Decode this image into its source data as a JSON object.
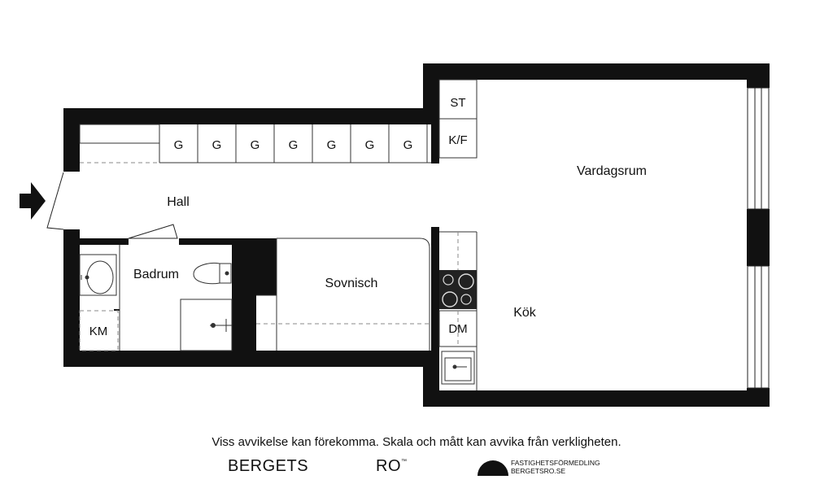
{
  "rooms": {
    "hall": "Hall",
    "badrum": "Badrum",
    "sovnisch": "Sovnisch",
    "vardagsrum": "Vardagsrum",
    "kok": "Kök"
  },
  "wardrobes": [
    "G",
    "G",
    "G",
    "G",
    "G",
    "G",
    "G"
  ],
  "cabinets": {
    "st": "ST",
    "kf": "K/F",
    "dm": "DM",
    "km": "KM"
  },
  "footer": {
    "disclaimer": "Viss avvikelse kan förekomma. Skala och mått kan avvika från verkligheten.",
    "brand_left": "BERGETS",
    "brand_right": "RO",
    "brand_tm": "™",
    "agency_line1": "FASTIGHETSFÖRMEDLING",
    "agency_line2": "BERGETSRO.SE"
  },
  "colors": {
    "wall": "#111111",
    "line": "#222222",
    "dash": "#8a8a8a",
    "background": "#ffffff"
  }
}
